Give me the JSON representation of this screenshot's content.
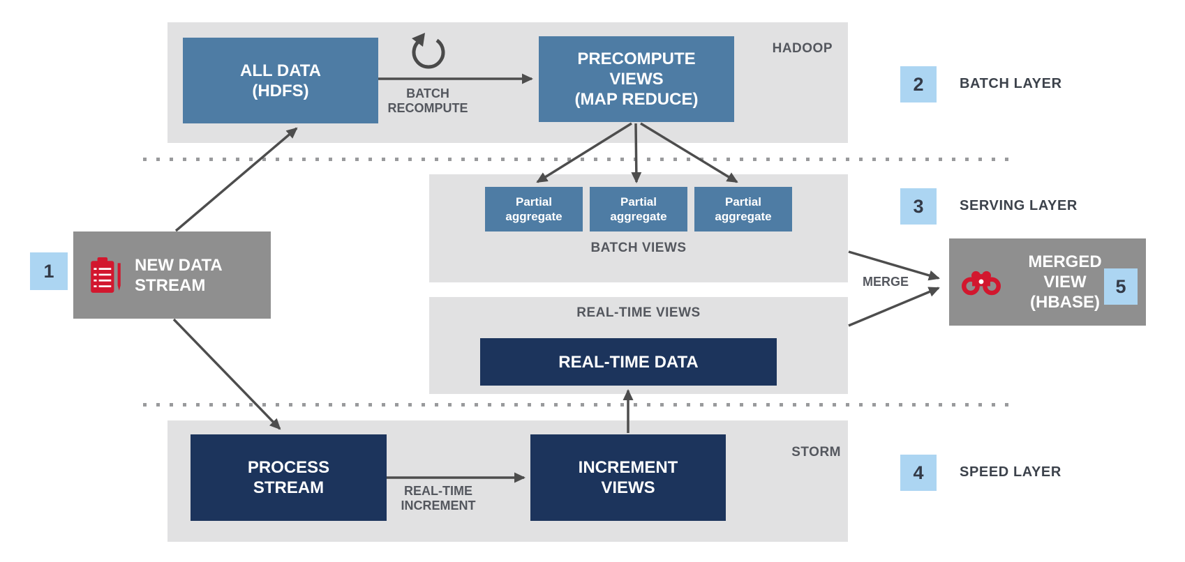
{
  "diagram": {
    "title_semantic": "Lambda architecture data flow",
    "panels": {
      "hadoop": {
        "tag": "HADOOP"
      },
      "batch_views": {
        "caption": "BATCH VIEWS"
      },
      "realtime_views": {
        "caption": "REAL-TIME VIEWS"
      },
      "storm": {
        "tag": "STORM"
      }
    },
    "nodes": {
      "all_data": {
        "lines": [
          "ALL DATA",
          "(HDFS)"
        ]
      },
      "precompute_views": {
        "lines": [
          "PRECOMPUTE",
          "VIEWS",
          "(MAP REDUCE)"
        ]
      },
      "partial_aggregates": [
        {
          "lines": [
            "Partial",
            "aggregate"
          ]
        },
        {
          "lines": [
            "Partial",
            "aggregate"
          ]
        },
        {
          "lines": [
            "Partial",
            "aggregate"
          ]
        }
      ],
      "realtime_data": {
        "label": "REAL-TIME DATA"
      },
      "process_stream": {
        "lines": [
          "PROCESS",
          "STREAM"
        ]
      },
      "increment_views": {
        "lines": [
          "INCREMENT",
          "VIEWS"
        ]
      },
      "new_data_stream": {
        "lines": [
          "NEW DATA",
          "STREAM"
        ],
        "icon": "clipboard-icon"
      },
      "merged_view": {
        "lines": [
          "MERGED",
          "VIEW",
          "(HBASE)"
        ],
        "icon": "binoculars-icon"
      }
    },
    "edge_labels": {
      "batch_recompute": {
        "lines": [
          "BATCH",
          "RECOMPUTE"
        ],
        "icon": "refresh-icon"
      },
      "realtime_increment": {
        "lines": [
          "REAL-TIME",
          "INCREMENT"
        ]
      },
      "merge": "MERGE"
    },
    "legend": [
      {
        "num": "1",
        "label": ""
      },
      {
        "num": "2",
        "label": "BATCH LAYER"
      },
      {
        "num": "3",
        "label": "SERVING LAYER"
      },
      {
        "num": "4",
        "label": "SPEED LAYER"
      },
      {
        "num": "5",
        "label": ""
      }
    ],
    "colors": {
      "panel_gray": "#e1e1e2",
      "steel_blue": "#4e7ca4",
      "navy": "#1c345c",
      "box_gray": "#8f8f8f",
      "badge_blue": "#acd5f2",
      "accent_red": "#d2172e",
      "arrow_gray": "#4d4d4d",
      "caption_gray": "#54575e"
    }
  }
}
